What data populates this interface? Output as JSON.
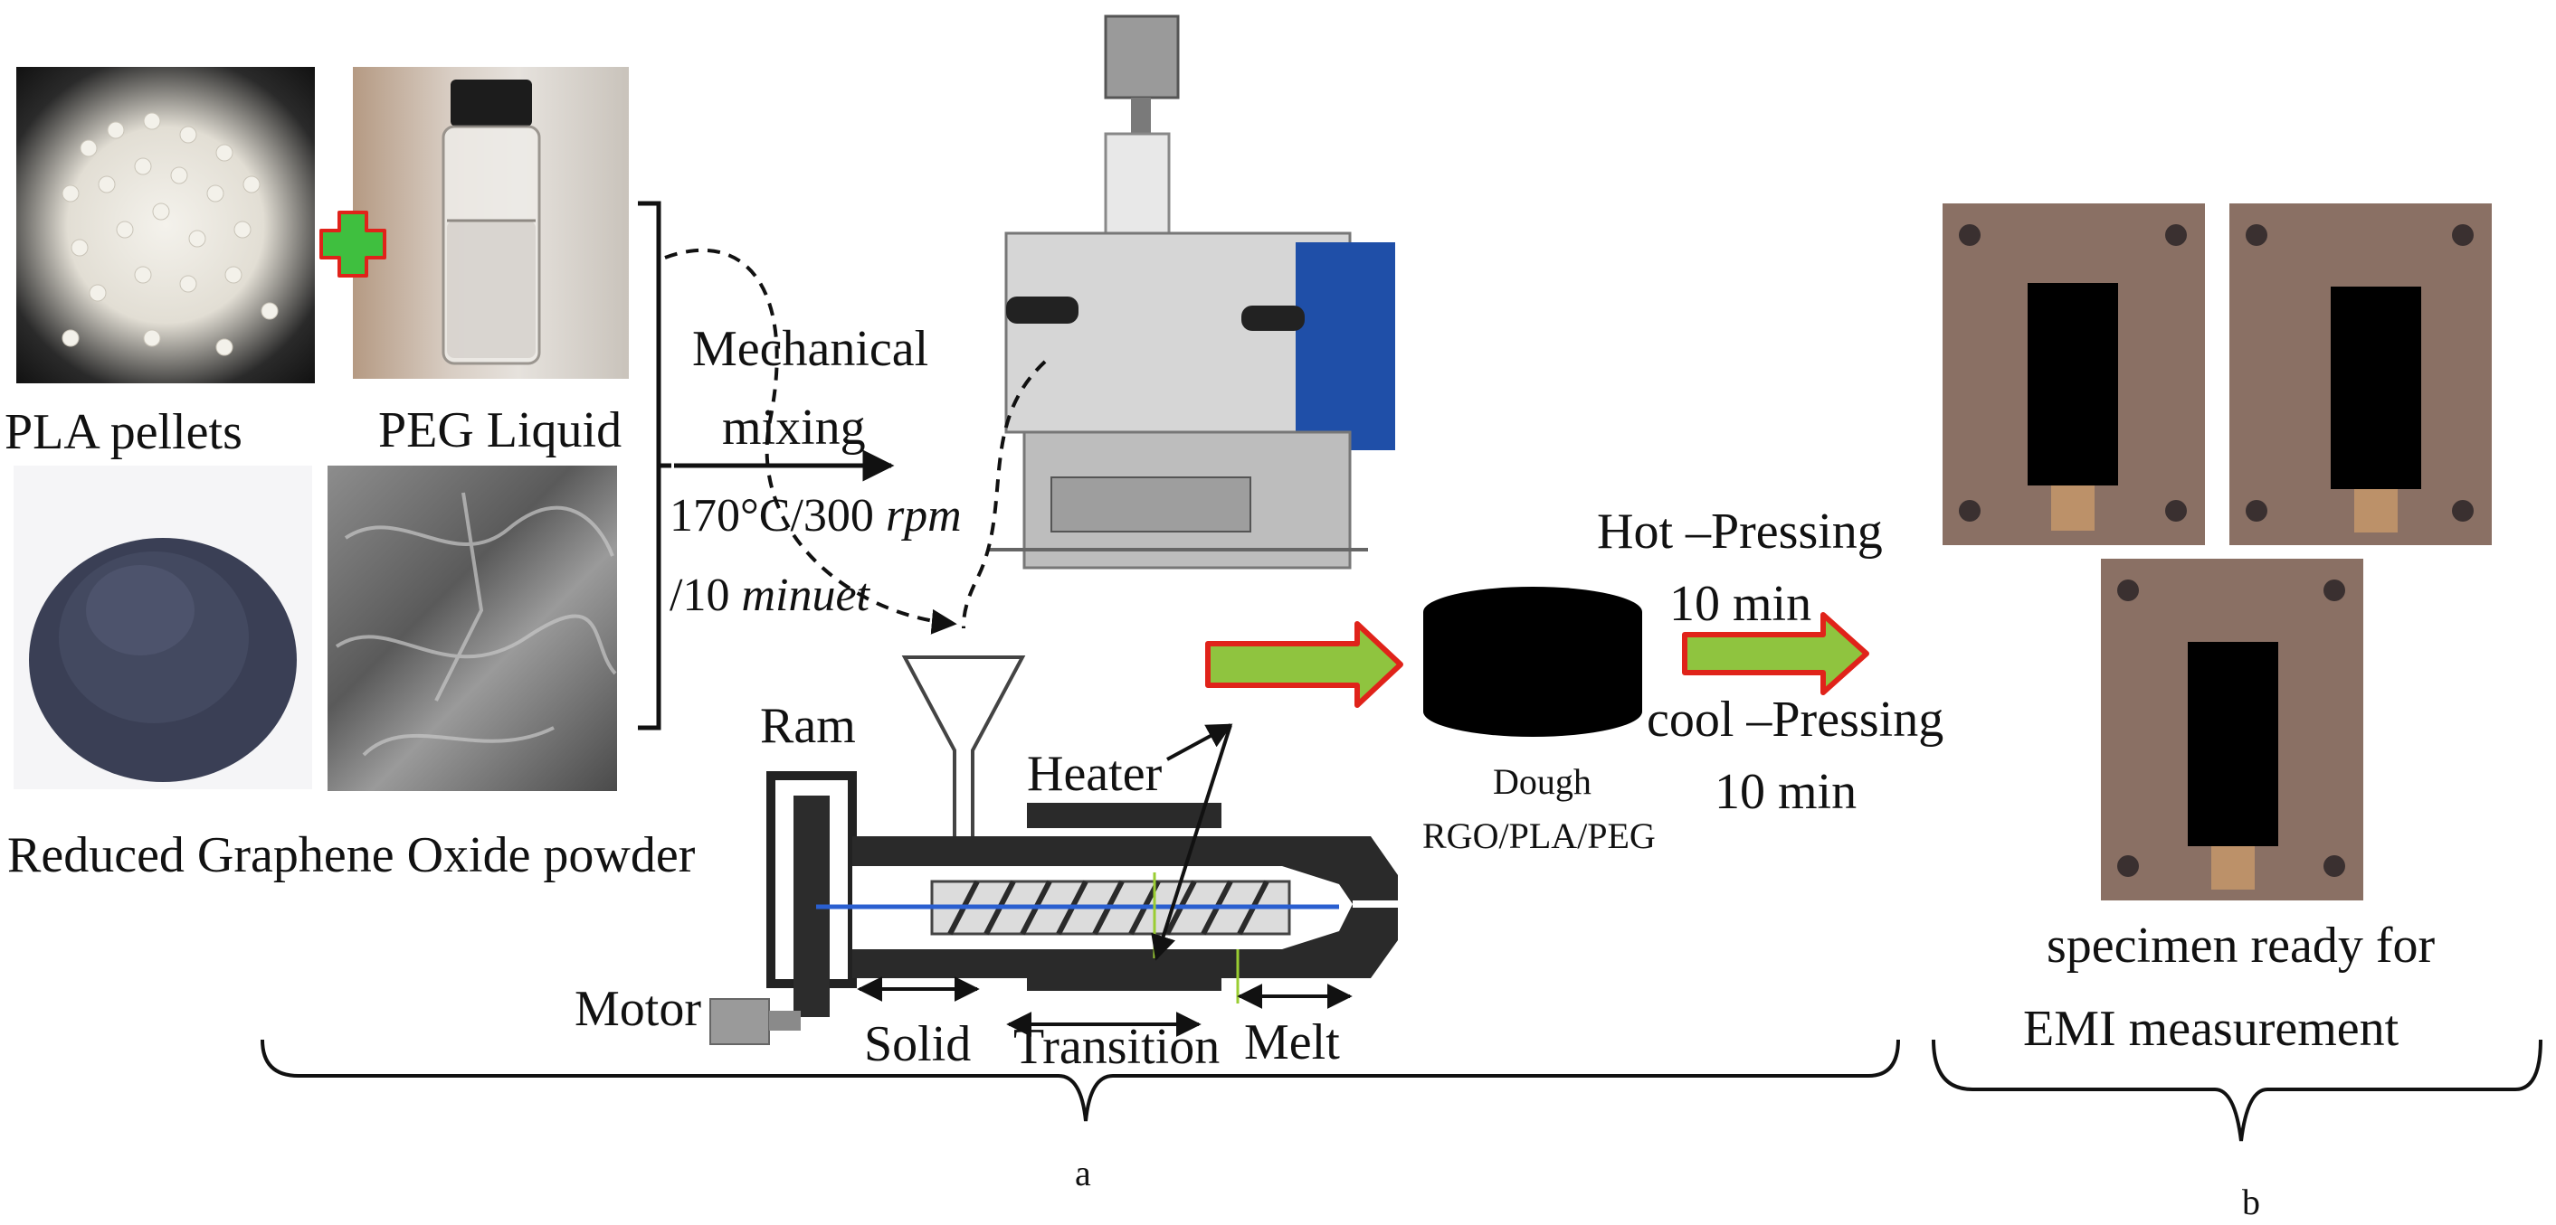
{
  "materials": {
    "pla_label": "PLA pellets",
    "peg_label": "PEG Liquid",
    "rgo_label": "Reduced Graphene Oxide powder"
  },
  "mixing": {
    "line1": "Mechanical",
    "line2": "mixing",
    "cond1": "170°C/300 ",
    "cond1_unit": "rpm",
    "cond2": "/10 ",
    "cond2_unit": "minuet"
  },
  "extruder": {
    "ram": "Ram",
    "heater": "Heater",
    "motor": "Motor",
    "solid": "Solid",
    "transition": "Transition",
    "melt": "Melt"
  },
  "dough": {
    "line1": "Dough",
    "line2": "RGO/PLA/PEG"
  },
  "pressing": {
    "hot": "Hot –Pressing",
    "hot_time": "10 min",
    "cool": "cool –Pressing",
    "cool_time": "10 min"
  },
  "specimen": {
    "line1": "specimen ready for",
    "line2": "EMI  measurement"
  },
  "panels": {
    "a": "a",
    "b": "b"
  },
  "colors": {
    "arrow_fill": "#8fc43f",
    "arrow_stroke": "#e0231a",
    "plus_fill": "#3fbf3f",
    "plus_stroke": "#e0231a",
    "rgo": "#3a3f55",
    "plate": "#8a7064"
  }
}
